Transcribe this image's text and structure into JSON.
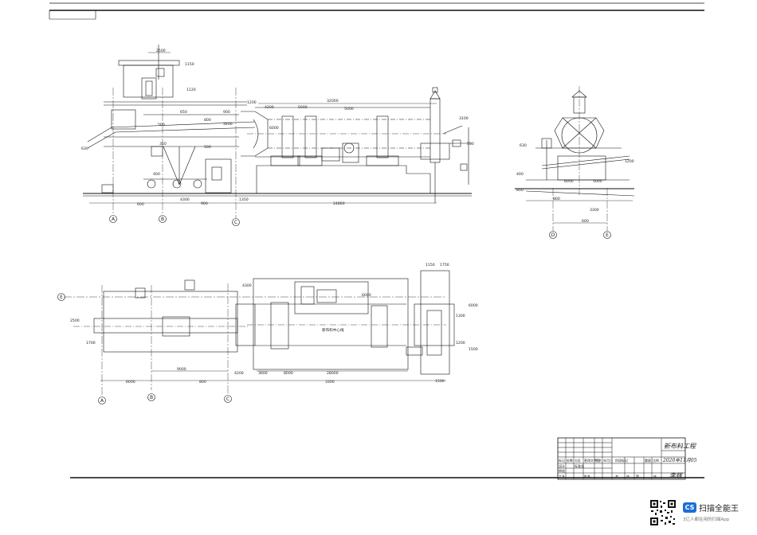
{
  "elevation_view": {
    "dimensions": [
      "2500",
      "1150",
      "1120",
      "650",
      "4200",
      "5000",
      "32000",
      "5000",
      "3100",
      "1200",
      "900",
      "800",
      "500",
      "3200",
      "500",
      "550",
      "350",
      "400",
      "630",
      "600",
      "4300",
      "900",
      "1350",
      "24800",
      "6000"
    ],
    "axes": [
      "A",
      "B",
      "C"
    ]
  },
  "side_view": {
    "dimensions": [
      "1200",
      "630",
      "400",
      "850",
      "6000",
      "5000",
      "800",
      "3300",
      "600"
    ],
    "axes": [
      "D",
      "E"
    ]
  },
  "plan_view": {
    "dimensions": [
      "1150",
      "1750",
      "4300",
      "2500",
      "1700",
      "1300",
      "1200",
      "1500",
      "6000",
      "6000",
      "9000",
      "800",
      "4200",
      "3600",
      "8000",
      "28000",
      "3300",
      "1500",
      "6000"
    ],
    "axes": [
      "E",
      "A",
      "B",
      "C"
    ],
    "note": "新布料中心线"
  },
  "title_block": {
    "header_cells": [
      "标记",
      "处数",
      "分区",
      "更改文件号",
      "签名",
      "年月日"
    ],
    "row_labels": [
      "设计",
      "审核",
      "工艺"
    ],
    "mid_labels": [
      "标准化",
      "批准"
    ],
    "stage_label": "阶段标记",
    "weight_label": "重量",
    "scale_label": "比例",
    "sheet_labels": [
      "共",
      "张",
      "第",
      "张"
    ],
    "project_title": "新布料工程",
    "date": "2020年11月05",
    "signature": "李辉"
  },
  "watermark": {
    "logo": "CS",
    "app_name": "扫描全能王",
    "tagline": "3亿人都在用的扫描App"
  }
}
